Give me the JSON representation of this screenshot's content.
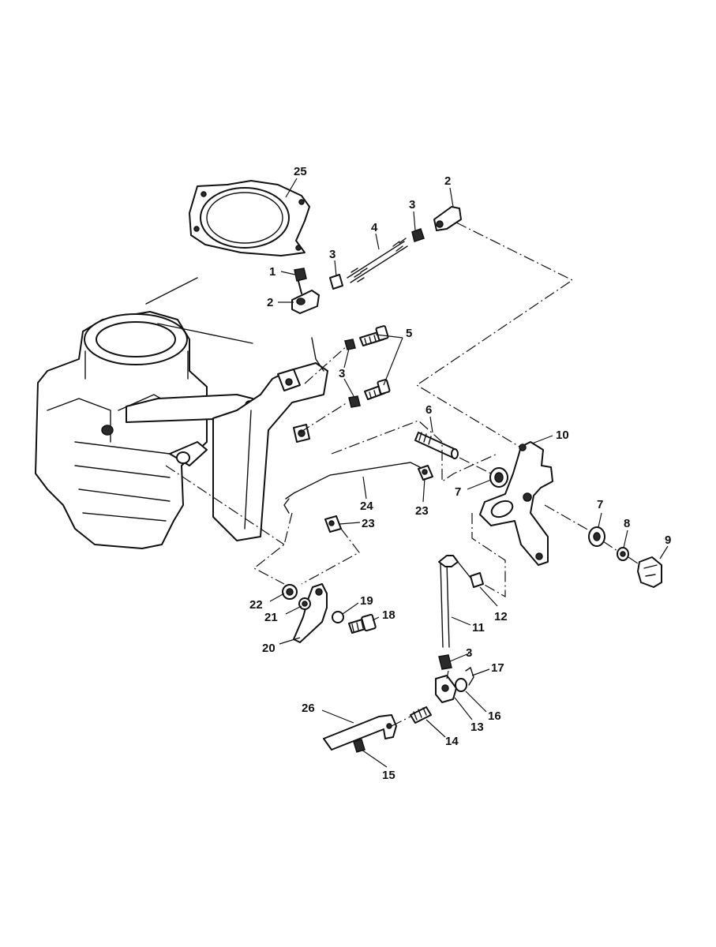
{
  "callouts": [
    {
      "id": "c25",
      "text": "25"
    },
    {
      "id": "c2a",
      "text": "2"
    },
    {
      "id": "c3a",
      "text": "3"
    },
    {
      "id": "c4",
      "text": "4"
    },
    {
      "id": "c3b",
      "text": "3"
    },
    {
      "id": "c1",
      "text": "1"
    },
    {
      "id": "c2b",
      "text": "2"
    },
    {
      "id": "c5",
      "text": "5"
    },
    {
      "id": "c3c",
      "text": "3"
    },
    {
      "id": "c6",
      "text": "6"
    },
    {
      "id": "c10",
      "text": "10"
    },
    {
      "id": "c7a",
      "text": "7"
    },
    {
      "id": "c7b",
      "text": "7"
    },
    {
      "id": "c8",
      "text": "8"
    },
    {
      "id": "c9",
      "text": "9"
    },
    {
      "id": "c24",
      "text": "24"
    },
    {
      "id": "c23a",
      "text": "23"
    },
    {
      "id": "c23b",
      "text": "23"
    },
    {
      "id": "c12",
      "text": "12"
    },
    {
      "id": "c22",
      "text": "22"
    },
    {
      "id": "c21",
      "text": "21"
    },
    {
      "id": "c19",
      "text": "19"
    },
    {
      "id": "c18",
      "text": "18"
    },
    {
      "id": "c20",
      "text": "20"
    },
    {
      "id": "c11",
      "text": "11"
    },
    {
      "id": "c3d",
      "text": "3"
    },
    {
      "id": "c17",
      "text": "17"
    },
    {
      "id": "c16",
      "text": "16"
    },
    {
      "id": "c13",
      "text": "13"
    },
    {
      "id": "c26",
      "text": "26"
    },
    {
      "id": "c14",
      "text": "14"
    },
    {
      "id": "c15",
      "text": "15"
    }
  ],
  "colors": {
    "line": "#111111",
    "paper": "#ffffff"
  }
}
